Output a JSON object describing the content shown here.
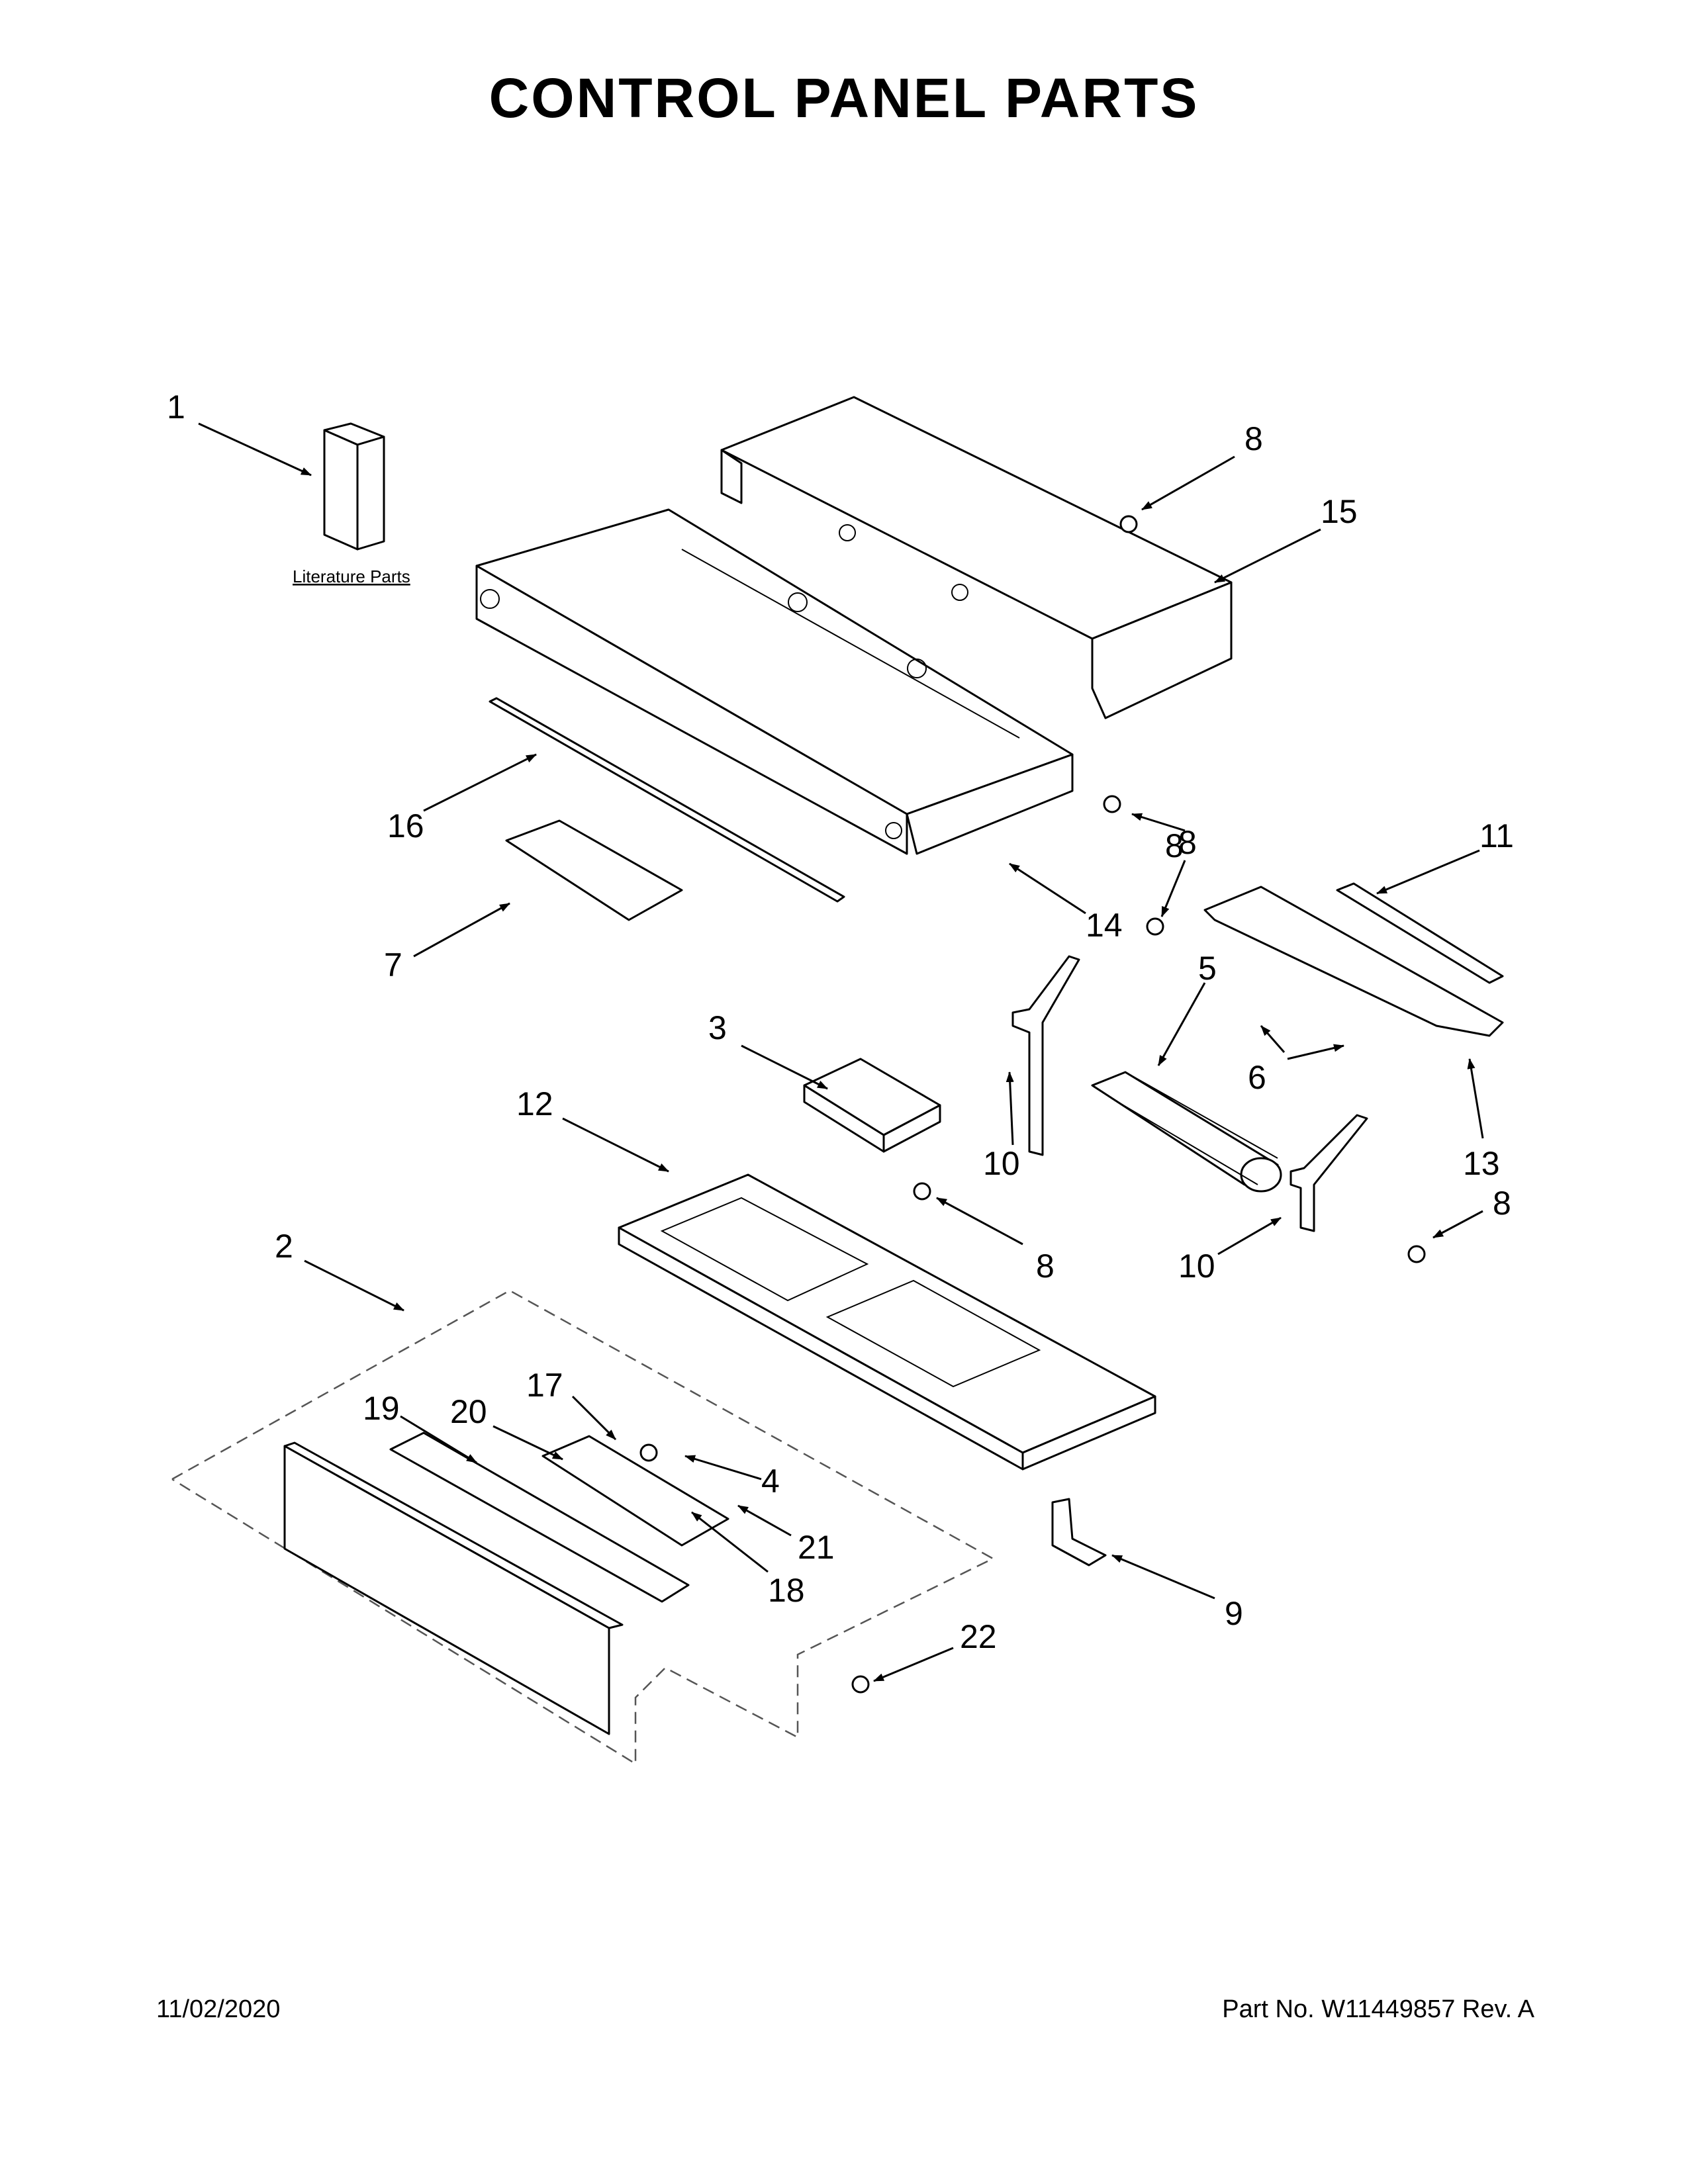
{
  "title": "CONTROL PANEL PARTS",
  "footer": {
    "date": "11/02/2020",
    "part_number": "Part No.  W11449857  Rev.  A"
  },
  "literature_label": "Literature Parts",
  "callouts": [
    "1",
    "8",
    "15",
    "16",
    "8",
    "11",
    "7",
    "14",
    "8",
    "5",
    "3",
    "6",
    "12",
    "10",
    "13",
    "8",
    "2",
    "8",
    "10",
    "17",
    "19",
    "20",
    "4",
    "21",
    "18",
    "9",
    "22"
  ]
}
